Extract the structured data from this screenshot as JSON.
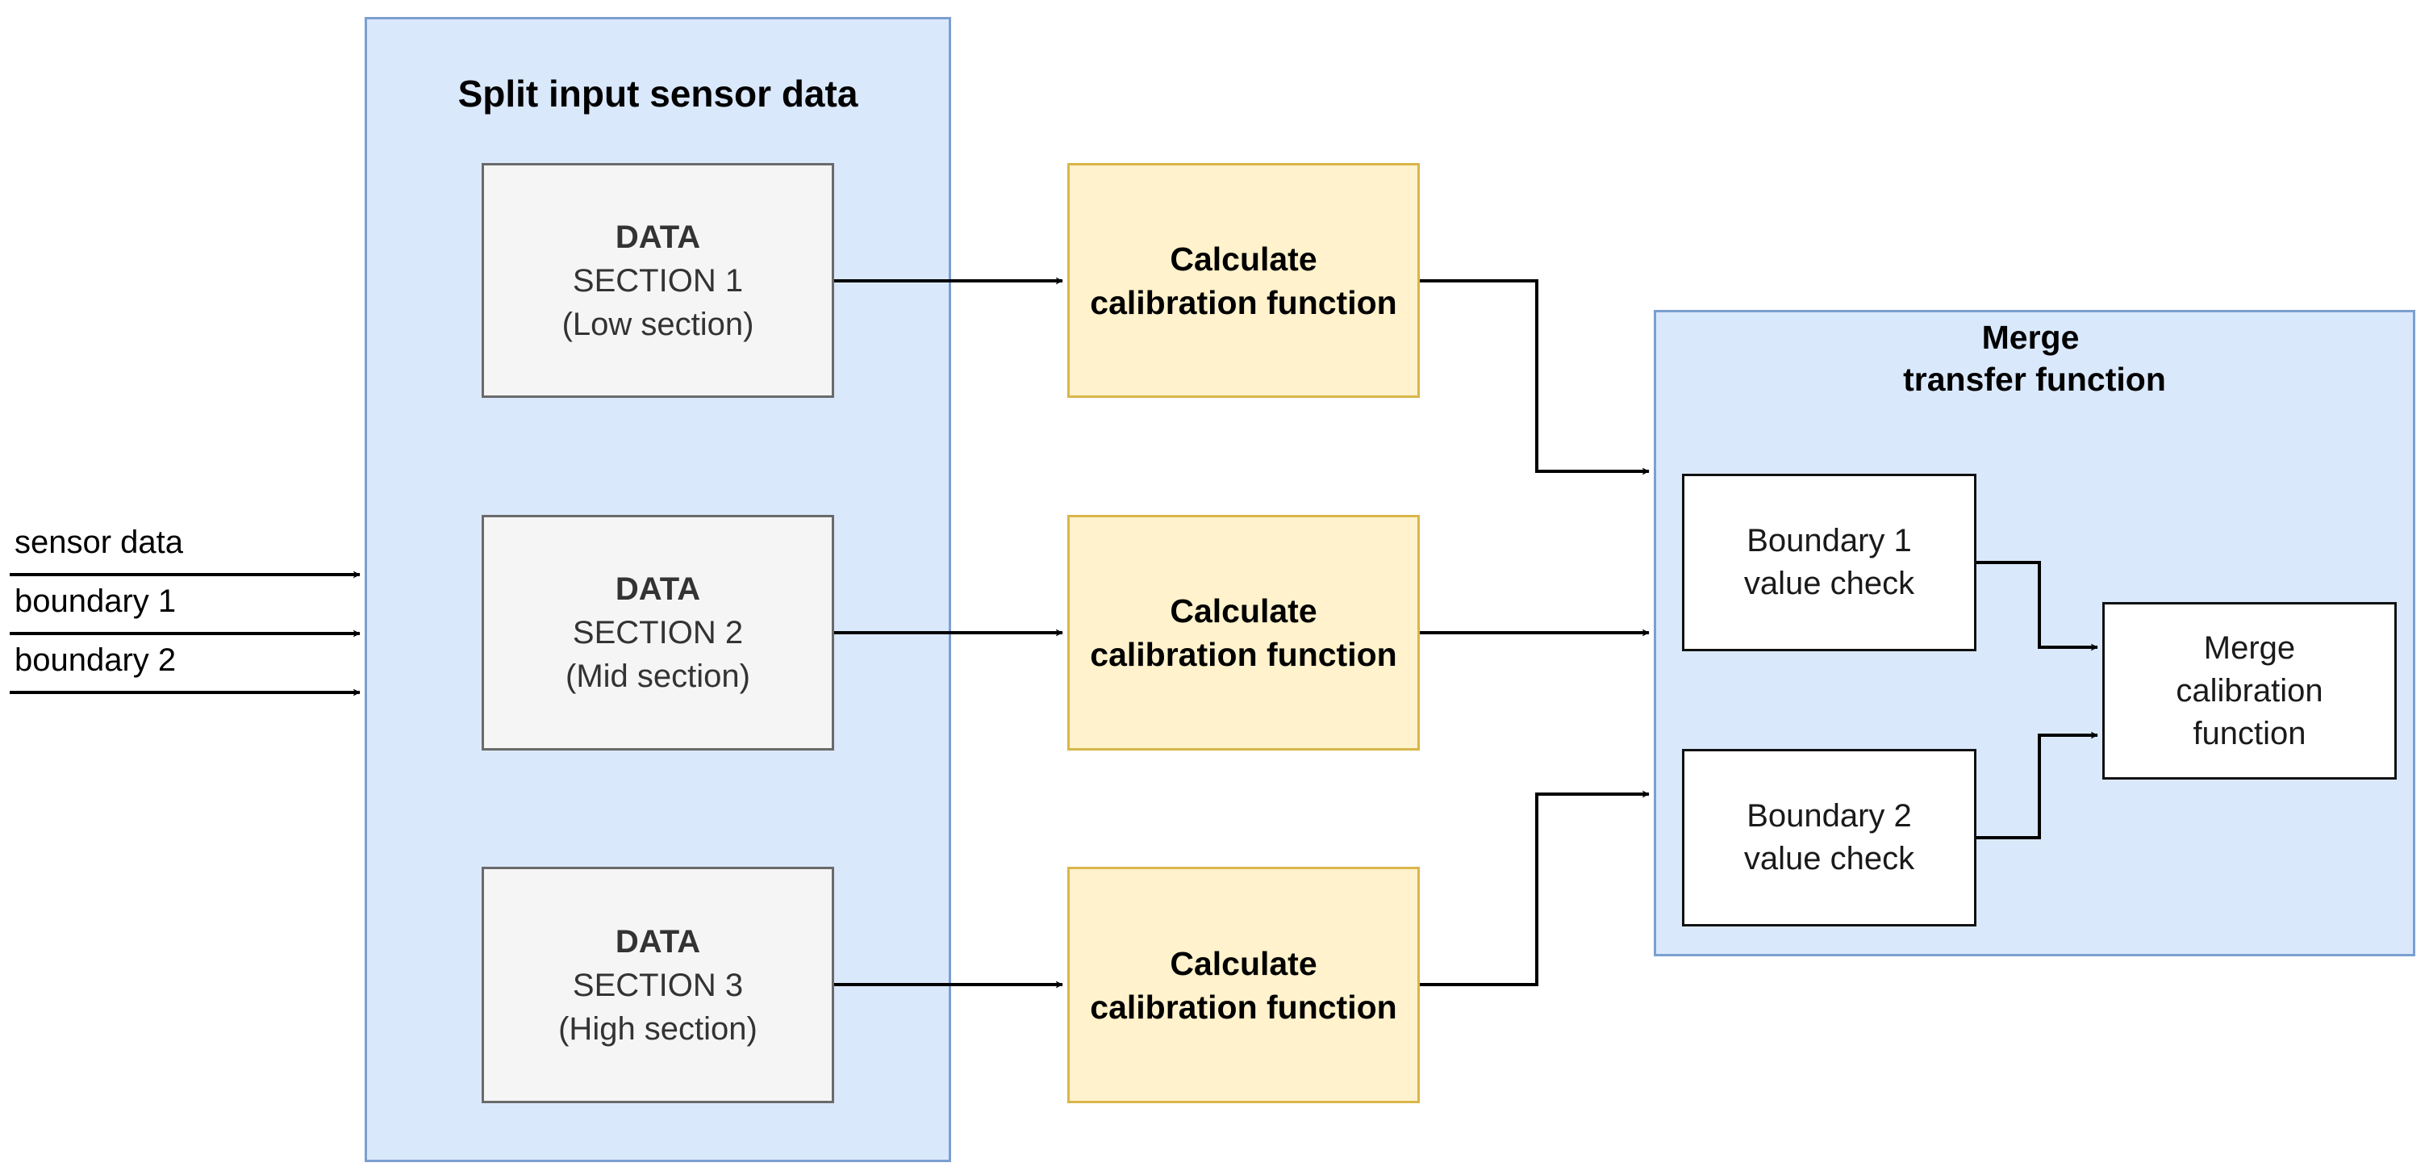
{
  "split_group": {
    "title": "Split input sensor data"
  },
  "inputs": [
    {
      "label": "sensor data"
    },
    {
      "label": "boundary 1"
    },
    {
      "label": "boundary 2"
    }
  ],
  "data_sections": [
    {
      "line1": "DATA",
      "line2": "SECTION 1",
      "line3": "(Low section)"
    },
    {
      "line1": "DATA",
      "line2": "SECTION 2",
      "line3": "(Mid section)"
    },
    {
      "line1": "DATA",
      "line2": "SECTION 3",
      "line3": "(High section)"
    }
  ],
  "calc_boxes": [
    {
      "line1": "Calculate",
      "line2": "calibration function"
    },
    {
      "line1": "Calculate",
      "line2": "calibration function"
    },
    {
      "line1": "Calculate",
      "line2": "calibration function"
    }
  ],
  "merge_group": {
    "title_line1": "Merge",
    "title_line2": "transfer function"
  },
  "boundary_checks": [
    {
      "line1": "Boundary 1",
      "line2": "value check"
    },
    {
      "line1": "Boundary 2",
      "line2": "value check"
    }
  ],
  "merge_box": {
    "line1": "Merge",
    "line2": "calibration",
    "line3": "function"
  },
  "colors": {
    "group_fill": "#dae8fc",
    "group_stroke": "#7c9fd0",
    "data_fill": "#f5f5f5",
    "data_stroke": "#6a6a6a",
    "calc_fill": "#fff2cc",
    "calc_stroke": "#d9b64a",
    "edge": "#000000"
  }
}
